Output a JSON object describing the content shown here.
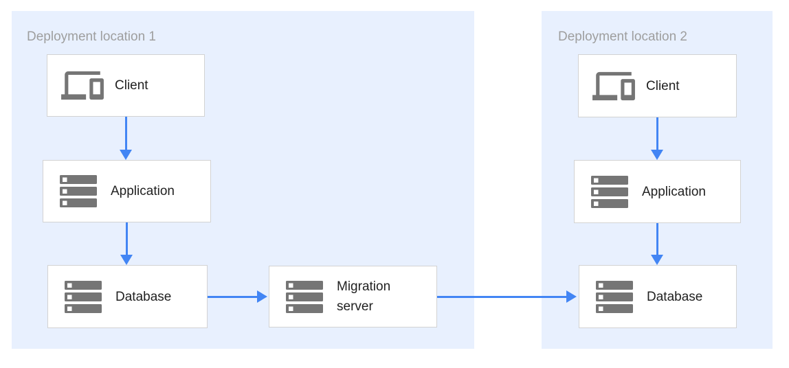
{
  "panels": {
    "one": {
      "title": "Deployment location 1"
    },
    "two": {
      "title": "Deployment location 2"
    }
  },
  "nodes": {
    "client1": {
      "label": "Client",
      "icon": "devices-icon"
    },
    "application1": {
      "label": "Application",
      "icon": "server-stack-icon"
    },
    "database1": {
      "label": "Database",
      "icon": "server-stack-icon"
    },
    "migration_server": {
      "label": "Migration server",
      "icon": "server-stack-icon"
    },
    "client2": {
      "label": "Client",
      "icon": "devices-icon"
    },
    "application2": {
      "label": "Application",
      "icon": "server-stack-icon"
    },
    "database2": {
      "label": "Database",
      "icon": "server-stack-icon"
    }
  },
  "edges": [
    {
      "from": "client1",
      "to": "application1"
    },
    {
      "from": "application1",
      "to": "database1"
    },
    {
      "from": "database1",
      "to": "migration_server"
    },
    {
      "from": "migration_server",
      "to": "database2"
    },
    {
      "from": "client2",
      "to": "application2"
    },
    {
      "from": "application2",
      "to": "database2"
    }
  ],
  "colors": {
    "panel_bg": "#e8f0fe",
    "arrow": "#4285f4",
    "icon": "#757575",
    "panel_title": "#9e9e9e",
    "node_border": "#d2d2d2",
    "node_label": "#212121",
    "canvas_bg": "#ffffff"
  }
}
